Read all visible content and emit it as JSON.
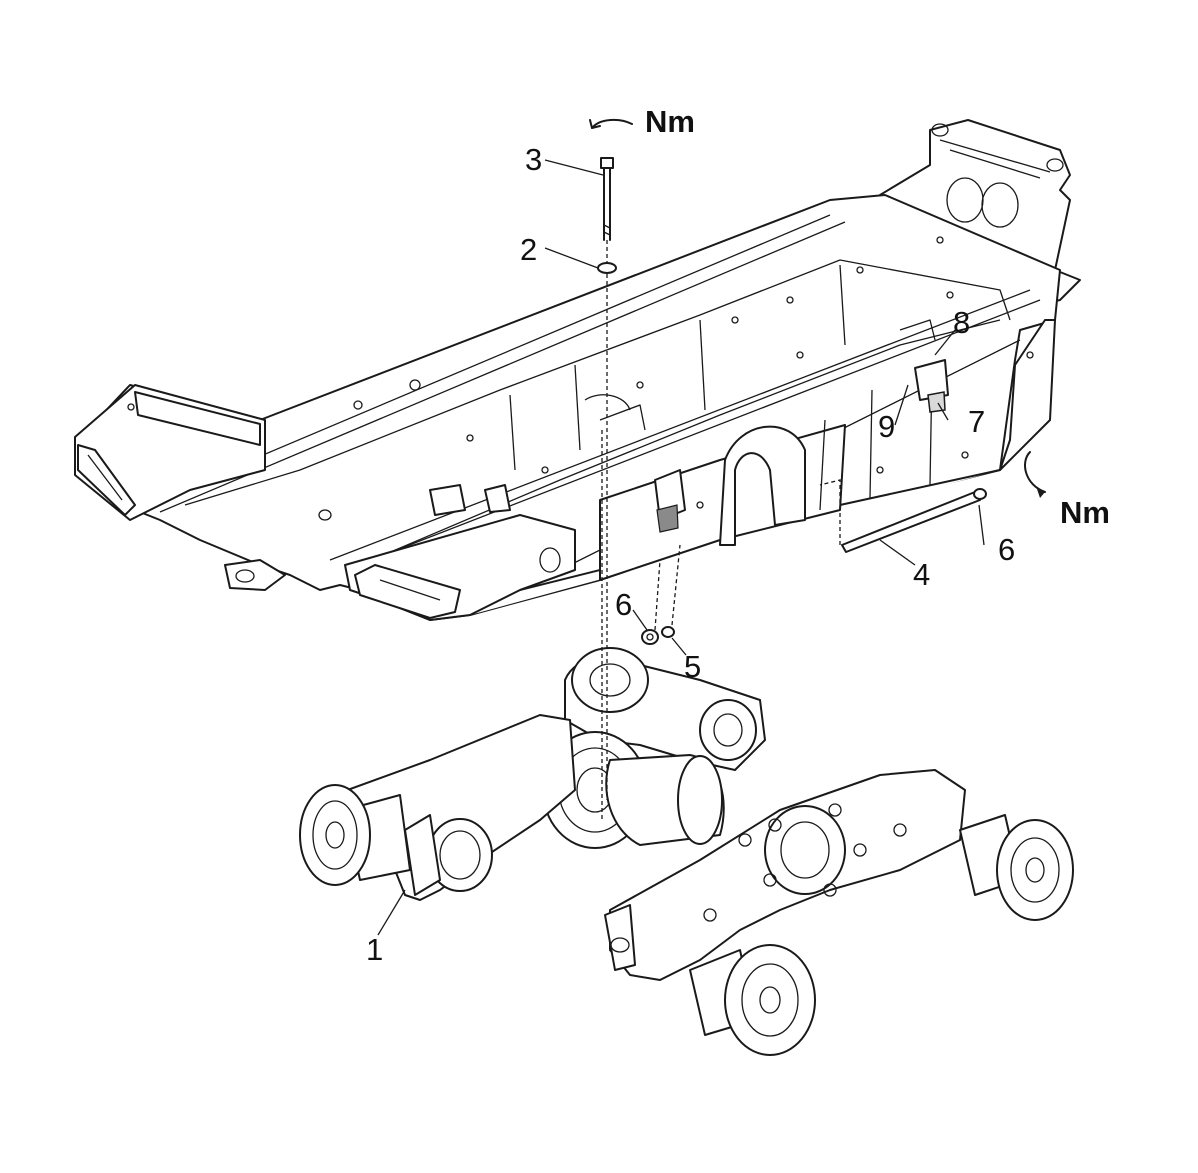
{
  "callouts": {
    "c1": "1",
    "c2": "2",
    "c3": "3",
    "c4": "4",
    "c5": "5",
    "c6a": "6",
    "c6b": "6",
    "c7": "7",
    "c8": "8",
    "c9": "9"
  },
  "torque": {
    "top": "Nm",
    "right": "Nm"
  },
  "icons": {
    "torque_arrow": "curved-rotation-arrow"
  }
}
